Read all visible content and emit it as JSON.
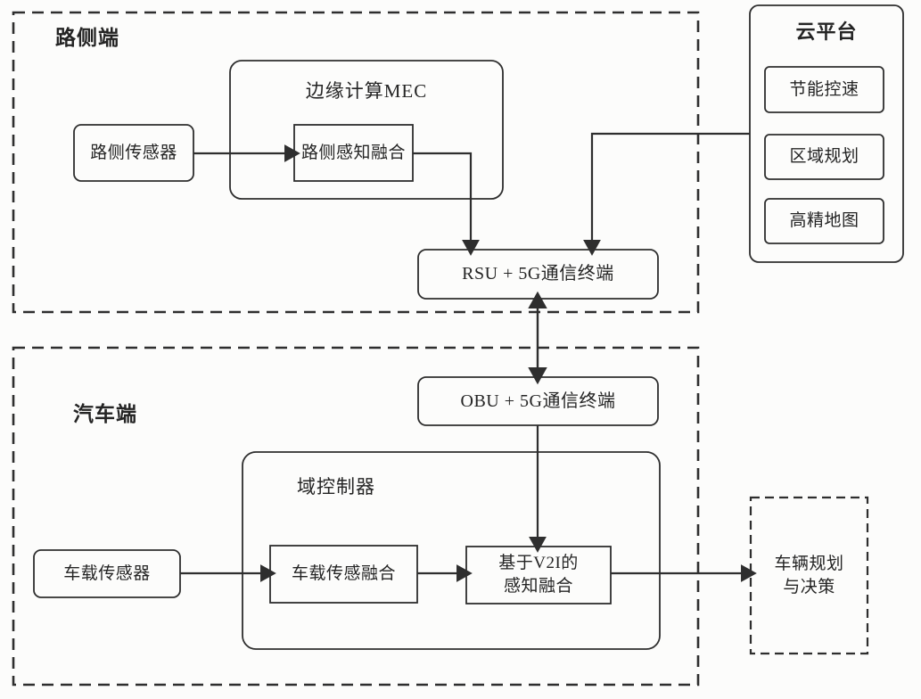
{
  "page": {
    "background": "#fcfcfb",
    "line_color": "#2e2e2e",
    "text_color": "#242424"
  },
  "roadside": {
    "title": "路侧端",
    "sensor": "路侧传感器",
    "mec_title": "边缘计算MEC",
    "mec_fusion": "路侧感知融合",
    "rsu": "RSU + 5G通信终端"
  },
  "cloud": {
    "title": "云平台",
    "items": [
      {
        "label": "节能控速"
      },
      {
        "label": "区域规划"
      },
      {
        "label": "高精地图"
      }
    ]
  },
  "vehicle": {
    "title": "汽车端",
    "obu": "OBU + 5G通信终端",
    "sensor": "车载传感器",
    "domain_controller_title": "域控制器",
    "onboard_fusion": "车载传感融合",
    "v2i_fusion_line1": "基于V2I的",
    "v2i_fusion_line2": "感知融合"
  },
  "planning": {
    "line1": "车辆规划",
    "line2": "与决策"
  }
}
